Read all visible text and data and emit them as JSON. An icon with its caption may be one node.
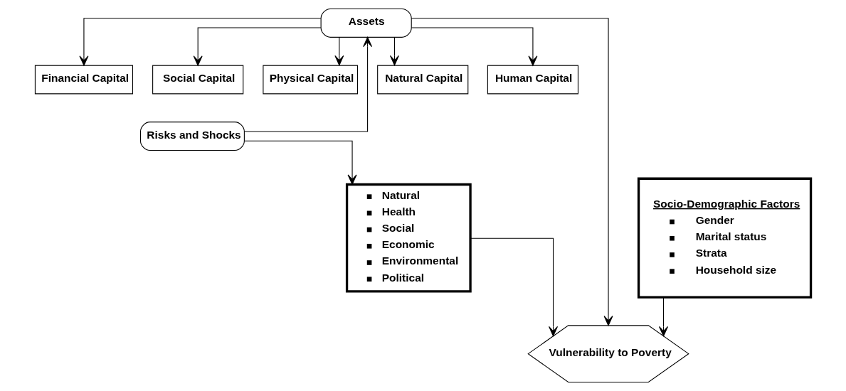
{
  "diagram": {
    "nodes": [
      {
        "text": [
          "Assets"
        ]
      },
      {
        "text": [
          "Financial Capital"
        ]
      },
      {
        "text": [
          "Social Capital"
        ]
      },
      {
        "text": [
          "Physical Capital"
        ]
      },
      {
        "text": [
          "Natural Capital"
        ]
      },
      {
        "text": [
          "Human Capital"
        ]
      },
      {
        "text": [
          "Risks and Shocks"
        ]
      },
      {
        "text": [
          "Natural",
          "Health",
          "Social",
          "Economic",
          "Environmental",
          "Political"
        ]
      },
      {
        "text": [
          "Socio-Demographic Factors",
          "Gender",
          "Marital status",
          "Strata",
          "Household size"
        ]
      },
      {
        "text": [
          "Vulnerability to Poverty"
        ]
      }
    ],
    "edges": [
      {
        "from": 0,
        "to": 1,
        "arrow": "to"
      },
      {
        "from": 0,
        "to": 2,
        "arrow": "to"
      },
      {
        "from": 0,
        "to": 3,
        "arrow": "to"
      },
      {
        "from": 0,
        "to": 4,
        "arrow": "to"
      },
      {
        "from": 0,
        "to": 5,
        "arrow": "to"
      },
      {
        "from": 6,
        "to": 0,
        "arrow": "to"
      },
      {
        "from": 0,
        "to": 9,
        "arrow": "to"
      },
      {
        "from": 6,
        "to": 7,
        "arrow": "to"
      },
      {
        "from": 7,
        "to": 9,
        "arrow": "to"
      },
      {
        "from": 8,
        "to": 9,
        "arrow": "to"
      }
    ]
  }
}
